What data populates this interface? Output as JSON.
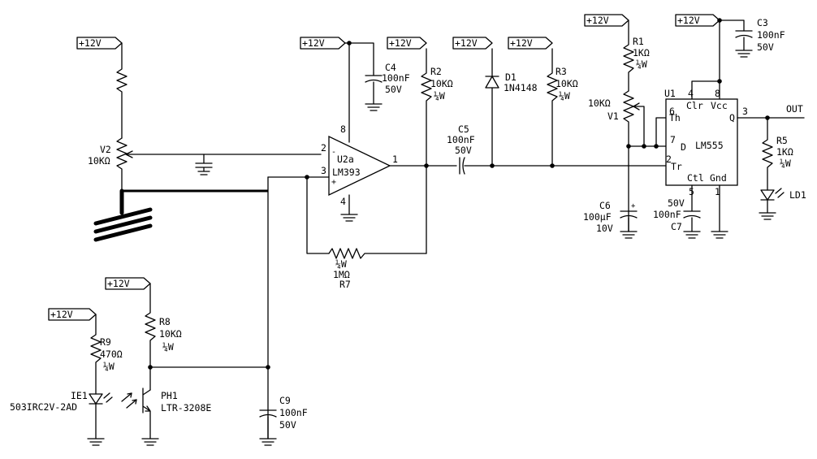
{
  "power_labels": {
    "v2_supply": "+12V",
    "u2_supply": "+12V",
    "r2_supply": "+12V",
    "d1_supply": "+12V",
    "r3_supply": "+12V",
    "r1_supply": "+12V",
    "u1_supply": "+12V",
    "r8_supply": "+12V",
    "r9_supply": "+12V"
  },
  "components": {
    "v2": {
      "ref": "V2",
      "value": "10KΩ"
    },
    "u2a": {
      "ref": "U2a",
      "part": "LM393",
      "pin_plus": "3",
      "pin_minus": "2",
      "pin_out": "1",
      "pin_vcc": "8",
      "pin_gnd": "4"
    },
    "c4": {
      "ref": "C4",
      "value": "100nF",
      "voltage": "50V"
    },
    "r2": {
      "ref": "R2",
      "value": "10KΩ",
      "power": "¼W"
    },
    "c5": {
      "ref": "C5",
      "value": "100nF",
      "voltage": "50V"
    },
    "d1": {
      "ref": "D1",
      "part": "1N4148"
    },
    "r3": {
      "ref": "R3",
      "value": "10KΩ",
      "power": "¼W"
    },
    "r1": {
      "ref": "R1",
      "value": "1KΩ",
      "power": "¼W"
    },
    "v1": {
      "ref": "V1",
      "value": "10KΩ"
    },
    "c6": {
      "ref": "C6",
      "value": "100µF",
      "voltage": "10V"
    },
    "c7": {
      "ref": "C7",
      "value": "100nF",
      "voltage": "50V"
    },
    "u1": {
      "ref": "U1",
      "part": "LM555",
      "pin_clr": "Clr",
      "pin_vcc": "Vcc",
      "pin_th": "Th",
      "pin_q": "Q",
      "pin_d": "D",
      "pin_tr": "Tr",
      "pin_ctl": "Ctl",
      "pin_gnd": "Gnd",
      "n4": "4",
      "n8": "8",
      "n6": "6",
      "n3": "3",
      "n7": "7",
      "n2": "2",
      "n5": "5",
      "n1": "1"
    },
    "c3": {
      "ref": "C3",
      "value": "100nF",
      "voltage": "50V"
    },
    "r5": {
      "ref": "R5",
      "value": "1KΩ",
      "power": "¼W"
    },
    "ld1": {
      "ref": "LD1"
    },
    "r7": {
      "ref": "R7",
      "value": "1MΩ",
      "power": "¼W"
    },
    "r8": {
      "ref": "R8",
      "value": "10KΩ",
      "power": "¼W"
    },
    "r9": {
      "ref": "R9",
      "value": "470Ω",
      "power": "¼W"
    },
    "ie1": {
      "ref": "IE1",
      "part": "503IRC2V-2AD"
    },
    "ph1": {
      "ref": "PH1",
      "part": "LTR-3208E"
    },
    "c9": {
      "ref": "C9",
      "value": "100nF",
      "voltage": "50V"
    }
  },
  "net_labels": {
    "out": "OUT"
  }
}
